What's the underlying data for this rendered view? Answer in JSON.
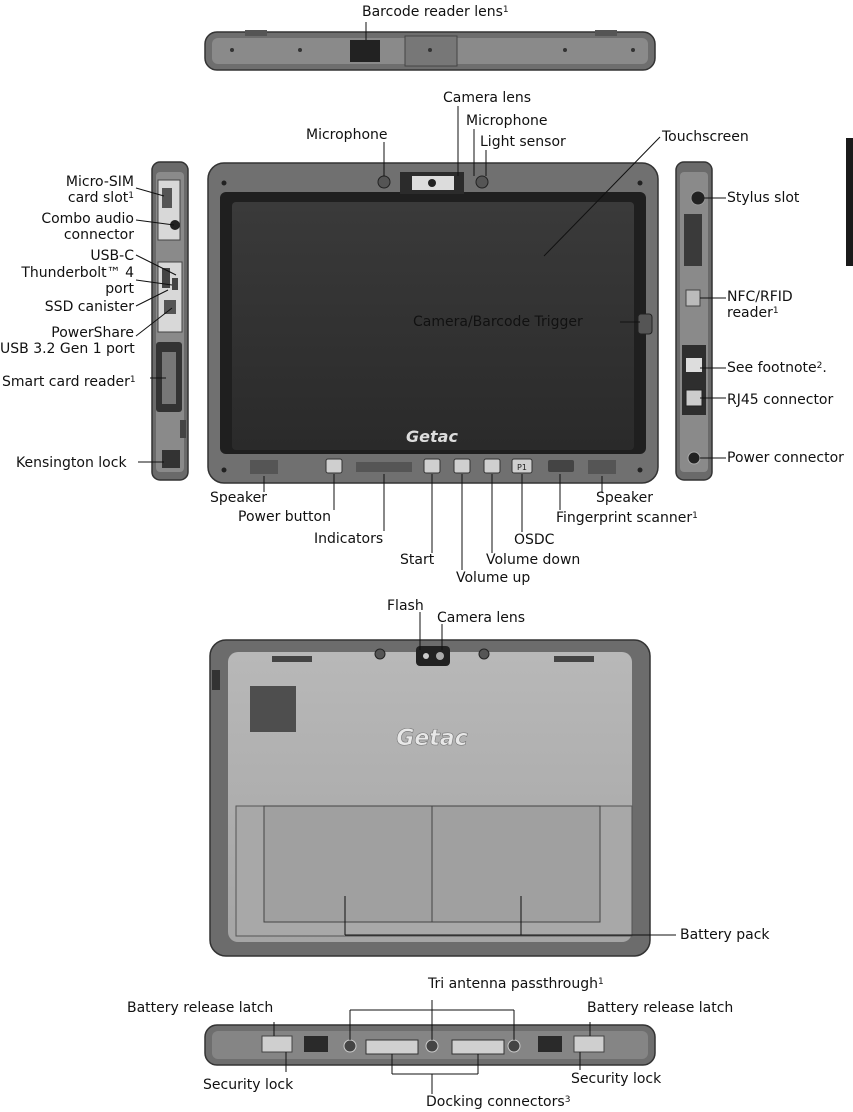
{
  "labels": {
    "barcode_reader_lens": "Barcode reader lens",
    "camera_lens_front": "Camera lens",
    "microphone_left": "Microphone",
    "microphone_right": "Microphone",
    "light_sensor": "Light sensor",
    "touchscreen": "Touchscreen",
    "micro_sim_a": "Micro-SIM",
    "micro_sim_b": "card slot",
    "combo_audio_a": "Combo audio",
    "combo_audio_b": "connector",
    "usb_c": "USB-C",
    "thunderbolt_a": "Thunderbolt™ 4",
    "thunderbolt_b": "port",
    "ssd_canister": "SSD canister",
    "powershare_a": "PowerShare",
    "powershare_b": "USB 3.2 Gen 1 port",
    "smart_card_reader": "Smart card reader",
    "kensington_lock": "Kensington lock",
    "stylus_slot": "Stylus slot",
    "nfc_a": "NFC/RFID",
    "nfc_b": "reader",
    "see_footnote": "See footnote",
    "see_footnote_end": ".",
    "rj45": "RJ45 connector",
    "power_connector": "Power connector",
    "camera_barcode_trigger": "Camera/Barcode Trigger",
    "speaker_left": "Speaker",
    "speaker_right": "Speaker",
    "power_button": "Power button",
    "indicators": "Indicators",
    "start": "Start",
    "volume_up": "Volume up",
    "volume_down": "Volume down",
    "osdc": "OSDC",
    "fingerprint_scanner": "Fingerprint scanner",
    "flash": "Flash",
    "camera_lens_rear": "Camera lens",
    "battery_pack": "Battery pack",
    "tri_antenna": "Tri antenna passthrough",
    "battery_release_left": "Battery release latch",
    "battery_release_right": "Battery release latch",
    "security_lock_left": "Security lock",
    "security_lock_right": "Security lock",
    "docking_connectors": "Docking connectors"
  },
  "footnotes": {
    "one": "1",
    "two": "2",
    "three": "3"
  },
  "brand": {
    "logo_text": "Getac"
  },
  "buttons": {
    "p1": "P1"
  }
}
